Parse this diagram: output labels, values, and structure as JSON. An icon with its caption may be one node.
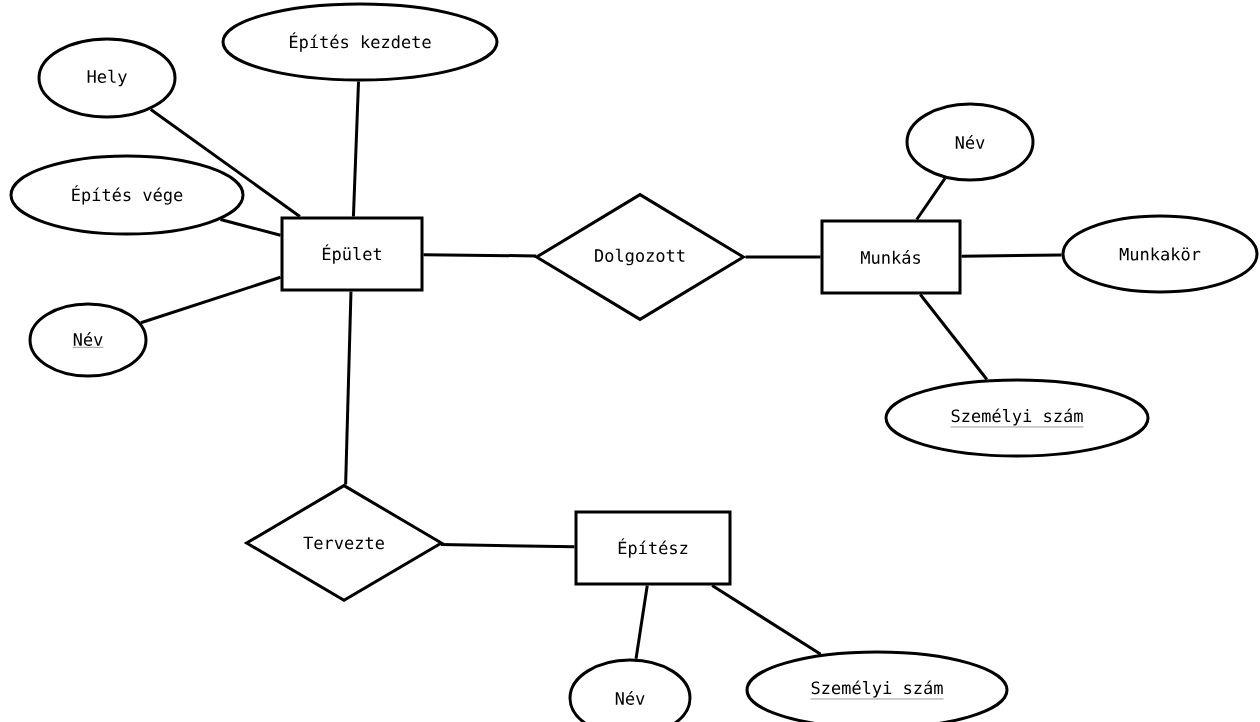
{
  "diagram": {
    "nodes": [
      {
        "text": [
          "Épület"
        ]
      },
      {
        "text": [
          "Építés kezdete"
        ]
      },
      {
        "text": [
          "Hely"
        ]
      },
      {
        "text": [
          "Építés vége"
        ]
      },
      {
        "text": [
          "Név"
        ]
      },
      {
        "text": [
          "Dolgozott"
        ]
      },
      {
        "text": [
          "Munkás"
        ]
      },
      {
        "text": [
          "Név"
        ]
      },
      {
        "text": [
          "Munkakör"
        ]
      },
      {
        "text": [
          "Személyi szám"
        ]
      },
      {
        "text": [
          "Tervezte"
        ]
      },
      {
        "text": [
          "Építész"
        ]
      },
      {
        "text": [
          "Név"
        ]
      },
      {
        "text": [
          "Személyi szám"
        ]
      }
    ],
    "edges": [
      {
        "from": 0,
        "to": 1,
        "arrow": "none"
      },
      {
        "from": 0,
        "to": 2,
        "arrow": "none"
      },
      {
        "from": 0,
        "to": 3,
        "arrow": "none"
      },
      {
        "from": 0,
        "to": 4,
        "arrow": "none"
      },
      {
        "from": 0,
        "to": 5,
        "arrow": "none"
      },
      {
        "from": 5,
        "to": 6,
        "arrow": "none"
      },
      {
        "from": 6,
        "to": 7,
        "arrow": "none"
      },
      {
        "from": 6,
        "to": 8,
        "arrow": "none"
      },
      {
        "from": 6,
        "to": 9,
        "arrow": "none"
      },
      {
        "from": 0,
        "to": 10,
        "arrow": "none"
      },
      {
        "from": 10,
        "to": 11,
        "arrow": "none"
      },
      {
        "from": 11,
        "to": 12,
        "arrow": "none"
      },
      {
        "from": 11,
        "to": 13,
        "arrow": "none"
      }
    ]
  }
}
